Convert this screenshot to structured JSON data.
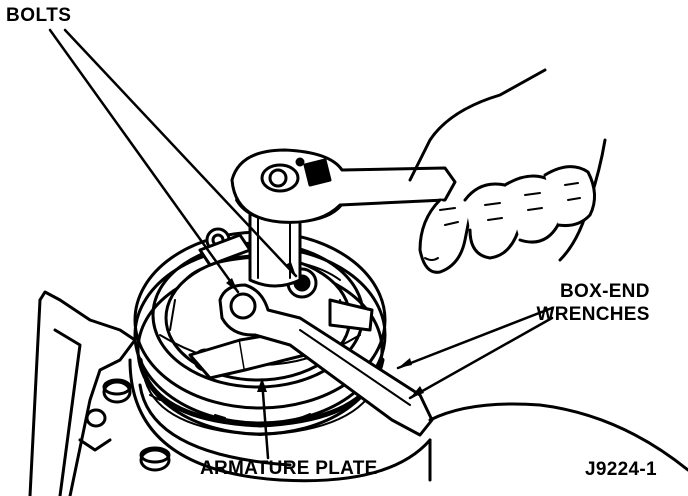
{
  "figure": {
    "labels": {
      "bolts": "BOLTS",
      "box_end_line1": "BOX-END",
      "box_end_line2": "WRENCHES",
      "armature_plate": "ARMATURE PLATE",
      "figure_id": "J9224-1"
    },
    "ink_color": "#000000",
    "paper_color": "#ffffff"
  }
}
